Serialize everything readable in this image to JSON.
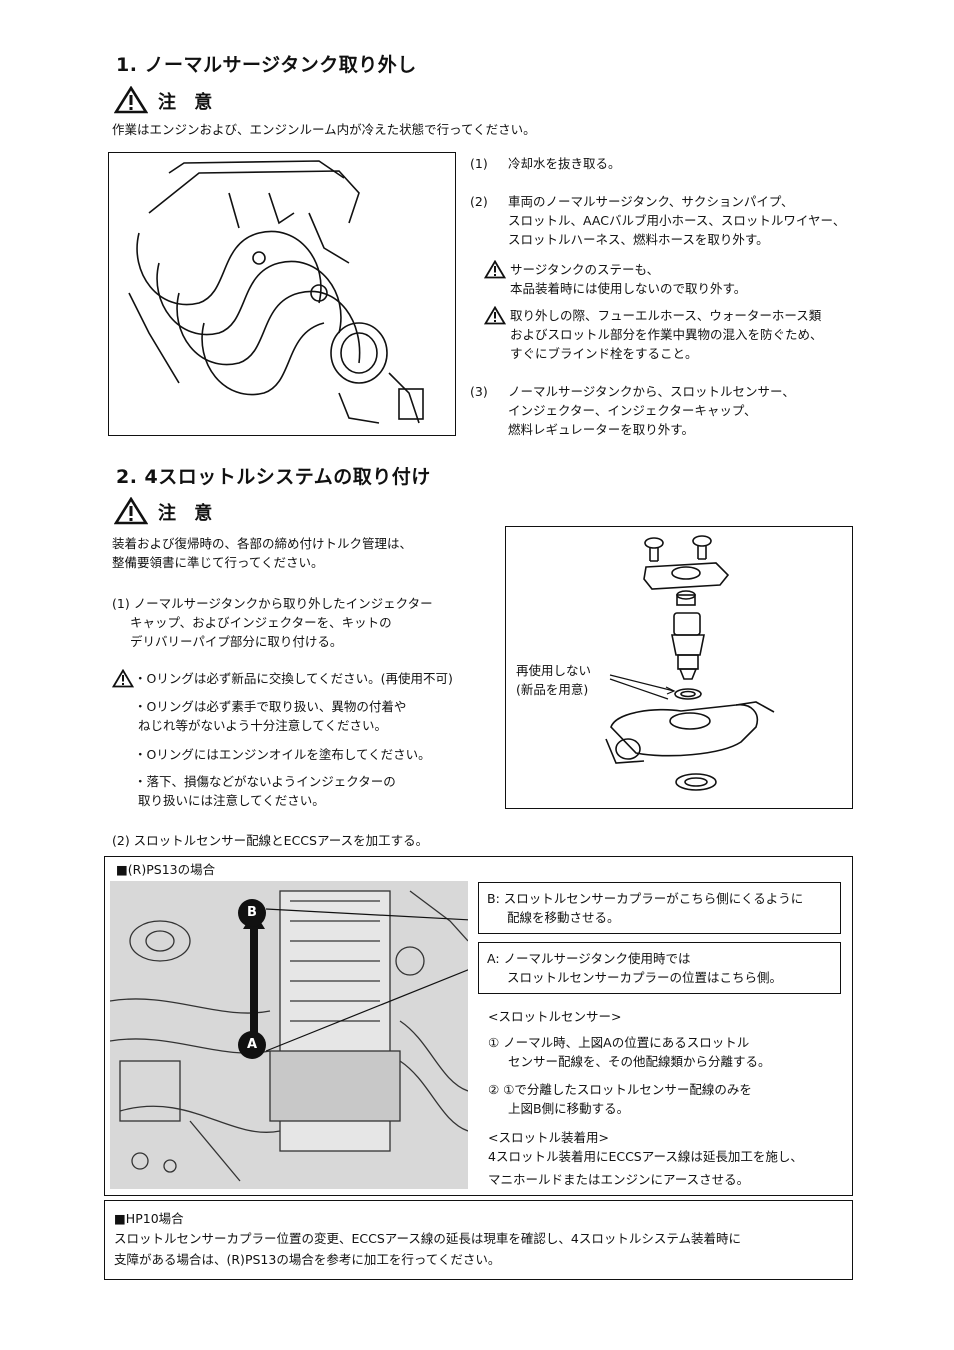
{
  "section1": {
    "title": "1. ノーマルサージタンク取り外し",
    "caution_label": "注 意",
    "caution_text": "作業はエンジンおよび、エンジンルーム内が冷えた状態で行ってください。",
    "steps": [
      {
        "num": "(1)",
        "lines": [
          "冷却水を抜き取る。"
        ]
      },
      {
        "num": "(2)",
        "lines": [
          "車両のノーマルサージタンク、サクションパイプ、",
          "スロットル、AACバルブ用小ホース、スロットルワイヤー、",
          "スロットルハーネス、燃料ホースを取り外す。"
        ]
      },
      {
        "num": "(3)",
        "lines": [
          "ノーマルサージタンクから、スロットルセンサー、",
          "インジェクター、インジェクターキャップ、",
          "燃料レギュレーターを取り外す。"
        ]
      }
    ],
    "warnings": [
      {
        "lines": [
          "サージタンクのステーも、",
          "本品装着時には使用しないので取り外す。"
        ]
      },
      {
        "lines": [
          "取り外しの際、フューエルホース、ウォーターホース類",
          "およびスロットル部分を作業中異物の混入を防ぐため、",
          "すぐにブラインド栓をすること。"
        ]
      }
    ]
  },
  "section2": {
    "title": "2. 4スロットルシステムの取り付け",
    "caution_label": "注 意",
    "caution_lines": [
      "装着および復帰時の、各部の締め付けトルク管理は、",
      "整備要領書に準じて行ってください。"
    ],
    "step1_lines": [
      "(1) ノーマルサージタンクから取り外したインジェクター",
      "キャップ、およびインジェクターを、キットの",
      "デリバリーパイプ部分に取り付ける。"
    ],
    "oring_notes": [
      [
        "・Oリングは必ず新品に交換してください。(再使用不可)"
      ],
      [
        "・Oリングは必ず素手で取り扱い、異物の付着や",
        "ねじれ等がないよう十分注意してください。"
      ],
      [
        "・Oリングにはエンジンオイルを塗布してください。"
      ],
      [
        "・落下、損傷などがないようインジェクターの",
        "取り扱いには注意してください。"
      ]
    ],
    "diagram_label_lines": [
      "再使用しない",
      "(新品を用意)"
    ],
    "step2": "(2) スロットルセンサー配線とECCSアースを加工する。"
  },
  "ps13_box": {
    "heading": "■(R)PS13の場合",
    "marker_b": "B",
    "marker_a": "A",
    "callout_b_lines": [
      "B: スロットルセンサーカプラーがこちら側にくるように",
      "配線を移動させる。"
    ],
    "callout_a_lines": [
      "A: ノーマルサージタンク使用時では",
      "スロットルセンサーカプラーの位置はこちら側。"
    ],
    "sensor_heading": "<スロットルセンサー>",
    "sensor_steps": [
      [
        "① ノーマル時、上図Aの位置にあるスロットル",
        "センサー配線を、その他配線類から分離する。"
      ],
      [
        "② ①で分離したスロットルセンサー配線のみを",
        "上図B側に移動する。"
      ]
    ],
    "mount_heading": "<スロットル装着用>",
    "mount_lines": [
      "4スロットル装着用にECCSアース線は延長加工を施し、",
      "マニホールドまたはエンジンにアースさせる。"
    ]
  },
  "hp10_box": {
    "heading": "■HP10場合",
    "lines": [
      "スロットルセンサーカプラー位置の変更、ECCSアース線の延長は現車を確認し、4スロットルシステム装着時に",
      "支障がある場合は、(R)PS13の場合を参考に加工を行ってください。"
    ]
  }
}
